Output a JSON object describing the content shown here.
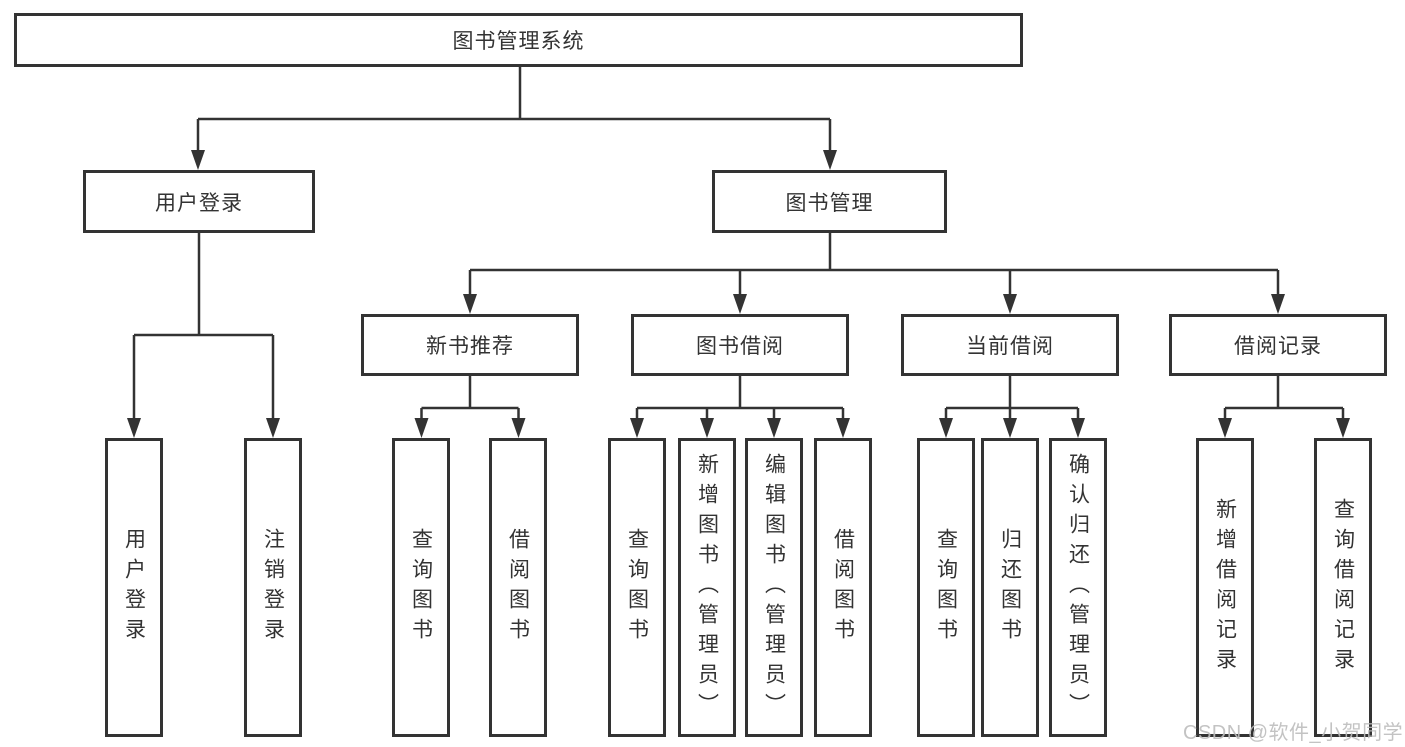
{
  "diagram": {
    "watermark": "CSDN @软件_小贺同学",
    "colors": {
      "line": "#333333",
      "box_border": "#333333",
      "text": "#333333",
      "background": "#ffffff",
      "watermark": "#bdbdbd"
    },
    "nodes": {
      "root": "图书管理系统",
      "user_login": "用户登录",
      "book_mgmt": "图书管理",
      "new_book_rec": "新书推荐",
      "book_borrow": "图书借阅",
      "current_borrow": "当前借阅",
      "borrow_records": "借阅记录",
      "leaves": {
        "user_login": [
          "用户登录",
          "注销登录"
        ],
        "new_book_rec": [
          "查询图书",
          "借阅图书"
        ],
        "book_borrow": [
          "查询图书",
          "新增图书（管理员）",
          "编辑图书（管理员）",
          "借阅图书"
        ],
        "current_borrow": [
          "查询图书",
          "归还图书",
          "确认归还（管理员）"
        ],
        "borrow_records": [
          "新增借阅记录",
          "查询借阅记录"
        ]
      }
    }
  }
}
